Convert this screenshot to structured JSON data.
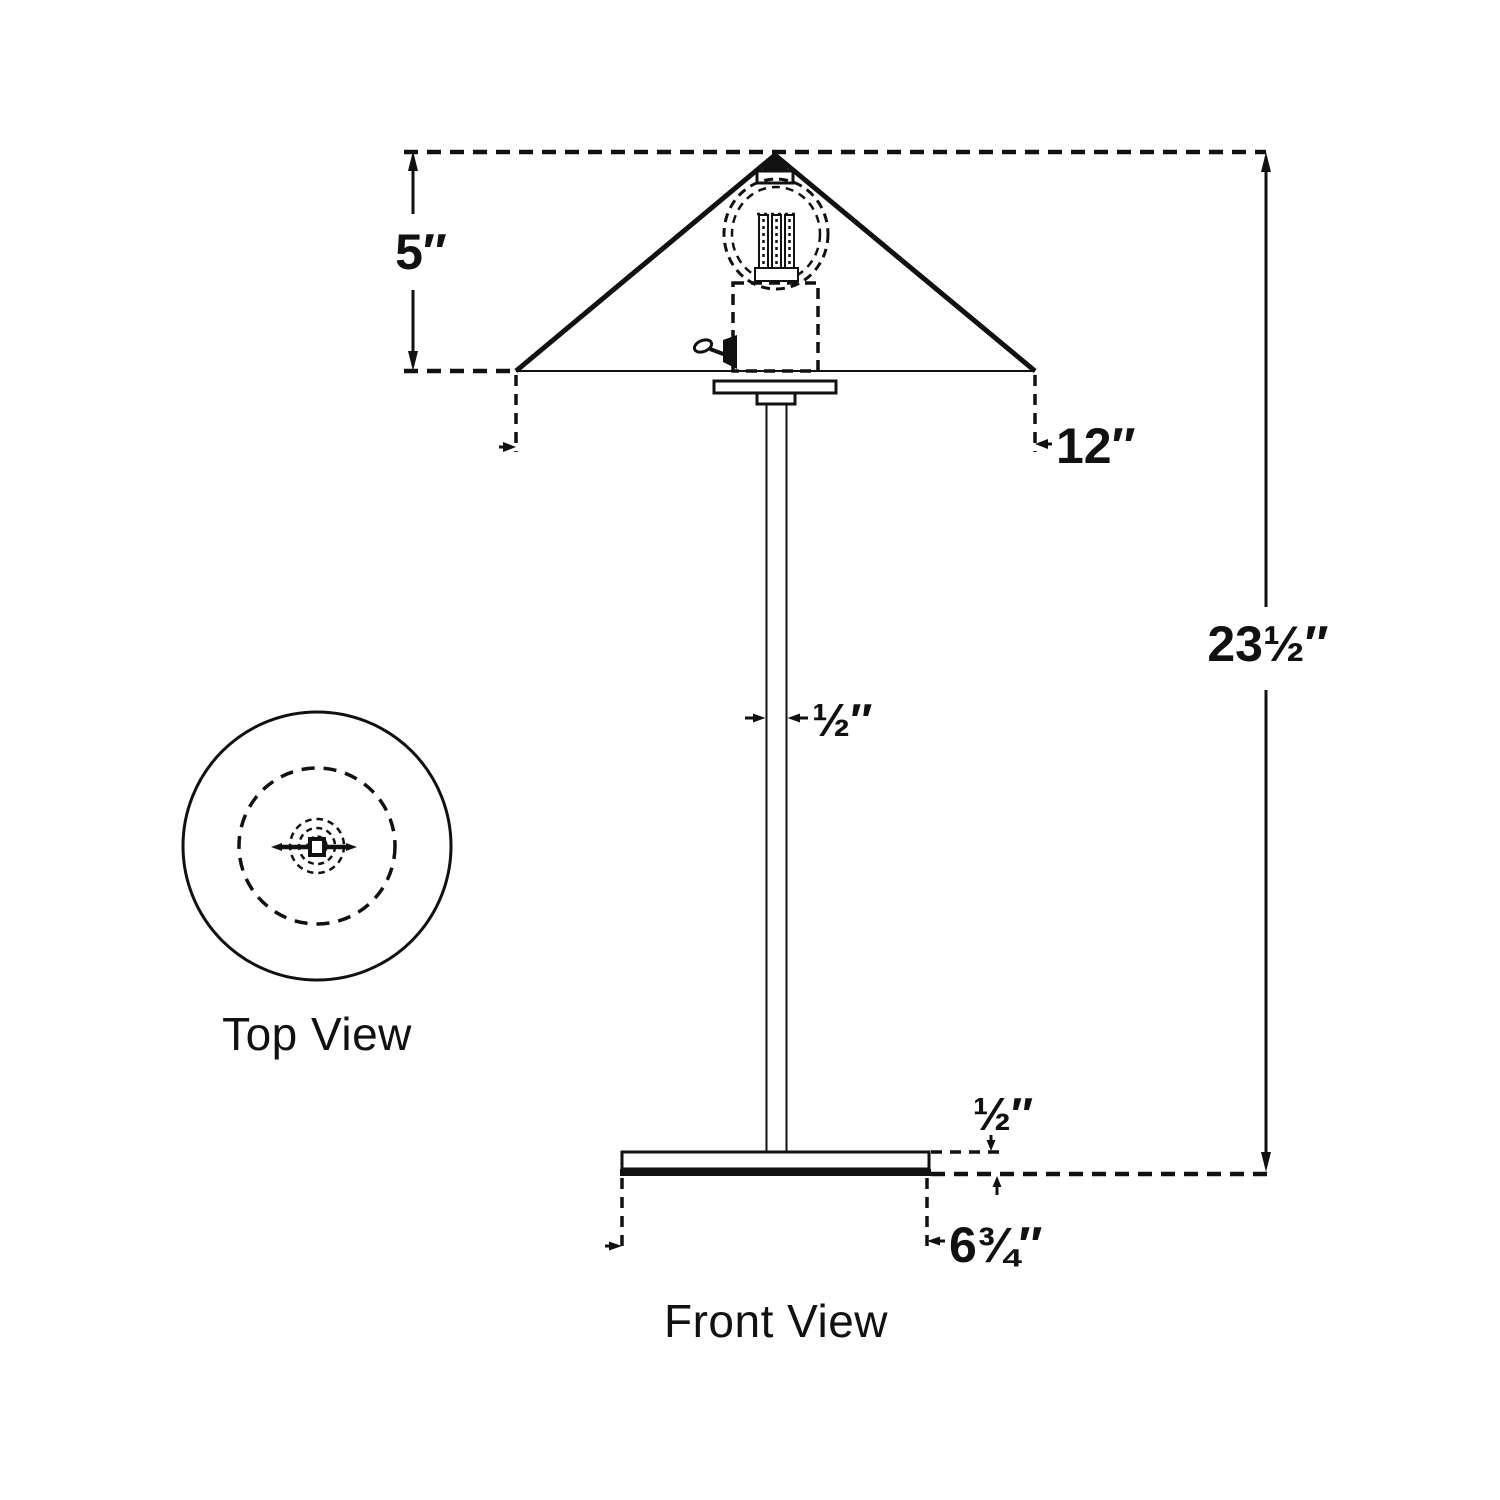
{
  "page": {
    "background_color": "#ffffff",
    "line_color": "#111111"
  },
  "front_view": {
    "label": "Front View",
    "dimensions": {
      "shade_height": "5″",
      "shade_width": "12″",
      "overall_height": "23½″",
      "stem_width": "½″",
      "base_thickness": "½″",
      "base_width": "6¾″"
    }
  },
  "top_view": {
    "label": "Top View"
  }
}
